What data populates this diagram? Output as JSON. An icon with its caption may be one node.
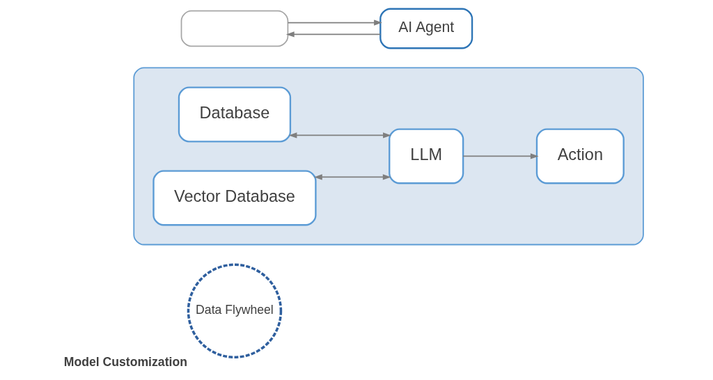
{
  "diagram": {
    "nodes": [
      {
        "text": [],
        "shape": "box"
      },
      {
        "text": [
          "AI Agent"
        ]
      },
      {
        "text": [],
        "shape": "box"
      },
      {
        "text": [
          "Database"
        ],
        "in": 2
      },
      {
        "text": [
          "Vector Database"
        ],
        "in": 2
      },
      {
        "text": [
          "LLM"
        ],
        "in": 2
      },
      {
        "text": [
          "Action"
        ],
        "in": 2
      },
      {
        "text": [
          "Data Flywheel"
        ],
        "beside": [
          "Model Customization"
        ]
      }
    ],
    "edges": [
      {
        "from": 0,
        "to": 1,
        "arrow": "to"
      },
      {
        "from": 1,
        "to": 0,
        "arrow": "to"
      },
      {
        "from": 3,
        "to": 5,
        "arrow": "both"
      },
      {
        "from": 4,
        "to": 5,
        "arrow": "both"
      },
      {
        "from": 5,
        "to": 6,
        "arrow": "to"
      }
    ]
  }
}
